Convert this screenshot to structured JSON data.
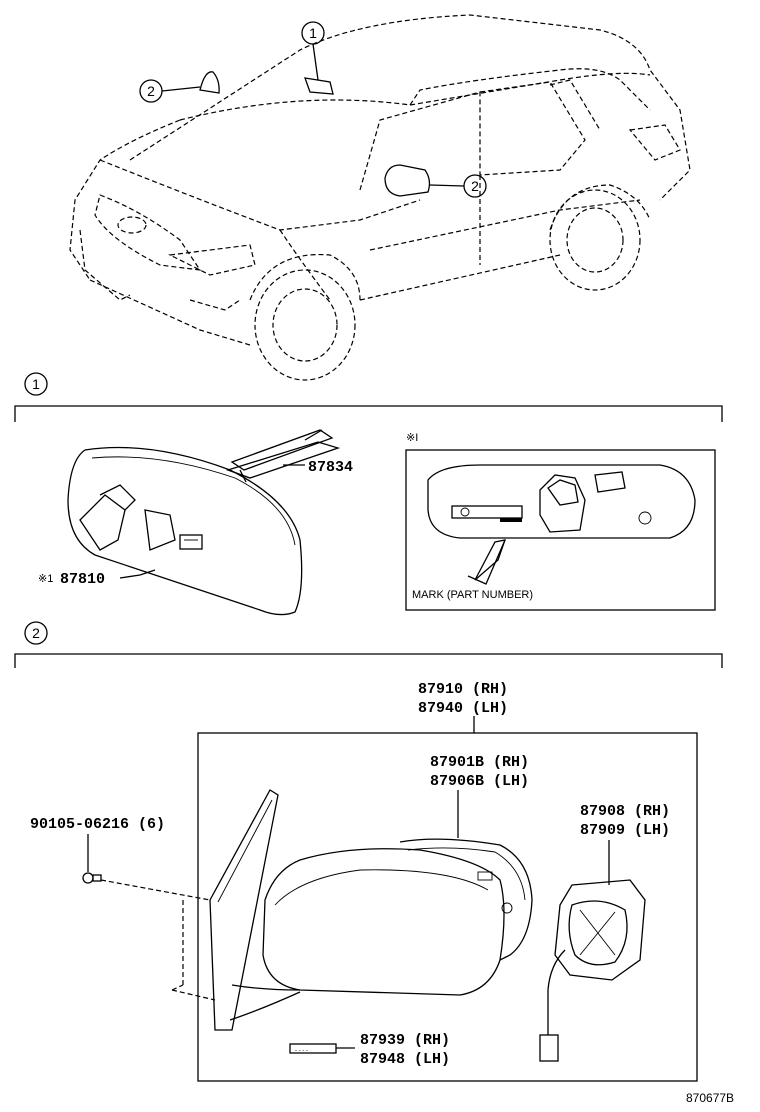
{
  "callouts": {
    "one": "1",
    "two": "2"
  },
  "section1": {
    "callout": "1",
    "note_mark": "※I",
    "mark_label": "MARK (PART NUMBER)",
    "parts": {
      "bracket": "87834",
      "inner_mirror_prefix": "※1",
      "inner_mirror": "87810"
    }
  },
  "section2": {
    "callout": "2",
    "parts": {
      "outer_mirror_rh": "87910 (RH)",
      "outer_mirror_lh": "87940 (LH)",
      "mirror_cover_rh": "87901B (RH)",
      "mirror_cover_lh": "87906B (LH)",
      "motor_rh": "87908 (RH)",
      "motor_lh": "87909 (LH)",
      "screw": "90105-06216 (6)",
      "label_rh": "87939 (RH)",
      "label_lh": "87948 (LH)"
    }
  },
  "figure_code": "870677B"
}
